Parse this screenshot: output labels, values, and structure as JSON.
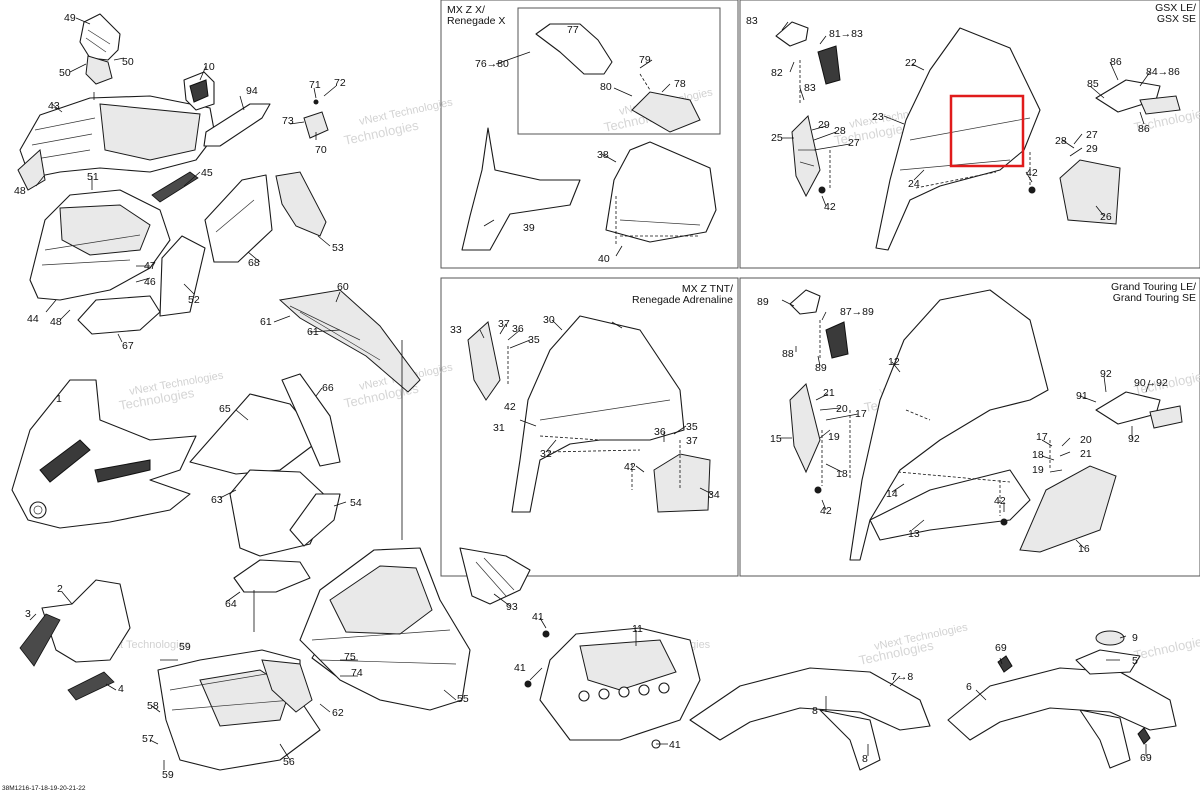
{
  "panels": {
    "mxz_x": [
      "MX Z X/",
      "Renegade X"
    ],
    "gsx": [
      "GSX LE/",
      "GSX SE"
    ],
    "mxz_tnt": [
      "MX Z TNT/",
      "Renegade Adrenaline"
    ],
    "grand_touring": [
      "Grand Touring LE/",
      "Grand Touring SE"
    ]
  },
  "watermark": {
    "line1": "vNext Technologies",
    "line2": "vNext",
    "line3": "Technologies"
  },
  "drawing_number": "38M1216-17-18-19-20-21-22",
  "callouts": {
    "c1": "1",
    "c2": "2",
    "c3": "3",
    "c4": "4",
    "c5": "5",
    "c6": "6",
    "c7": "7→8",
    "c8a": "8",
    "c8b": "8",
    "c9": "9",
    "c10": "10",
    "c11": "11",
    "c12": "12",
    "c13": "13",
    "c14": "14",
    "c15": "15",
    "c16": "16",
    "c17a": "17",
    "c17b": "17",
    "c18a": "18",
    "c18b": "18",
    "c19a": "19",
    "c19b": "19",
    "c20a": "20",
    "c20b": "20",
    "c21a": "21",
    "c21b": "21",
    "c22": "22",
    "c23": "23",
    "c24": "24",
    "c25": "25",
    "c26": "26",
    "c27a": "27",
    "c27b": "27",
    "c28a": "28",
    "c28b": "28",
    "c29a": "29",
    "c29b": "29",
    "c30": "30",
    "c31": "31",
    "c32": "32",
    "c33": "33",
    "c34": "34",
    "c35a": "35",
    "c35b": "35",
    "c36a": "36",
    "c36b": "36",
    "c37a": "37",
    "c37b": "37",
    "c38": "38",
    "c39": "39",
    "c40": "40",
    "c41a": "41",
    "c41b": "41",
    "c41c": "41",
    "c42a": "42",
    "c42b": "42",
    "c42c": "42",
    "c42d": "42",
    "c43": "43",
    "c44": "44",
    "c45": "45",
    "c46": "46",
    "c47": "47",
    "c48a": "48",
    "c48b": "48",
    "c49": "49",
    "c50a": "50",
    "c50b": "50",
    "c51": "51",
    "c52": "52",
    "c53": "53",
    "c54": "54",
    "c55": "55",
    "c56": "56",
    "c57": "57",
    "c58": "58",
    "c59a": "59",
    "c59b": "59",
    "c60": "60",
    "c61a": "61",
    "c61b": "61",
    "c62": "62",
    "c63": "63",
    "c64": "64",
    "c65": "65",
    "c66": "66",
    "c67": "67",
    "c68": "68",
    "c69a": "69",
    "c69b": "69",
    "c70": "70",
    "c71": "71",
    "c72": "72",
    "c73": "73",
    "c74": "74",
    "c75": "75",
    "c76": "76→80",
    "c77": "77",
    "c78": "78",
    "c79": "79",
    "c80": "80",
    "c81": "81→83",
    "c82": "82",
    "c83a": "83",
    "c83b": "83",
    "c84": "84→86",
    "c85": "85",
    "c86a": "86",
    "c86b": "86",
    "c87": "87→89",
    "c88": "88",
    "c89a": "89",
    "c89b": "89",
    "c90": "90→92",
    "c91": "91",
    "c92a": "92",
    "c92b": "92",
    "c93": "93",
    "c94": "94"
  }
}
